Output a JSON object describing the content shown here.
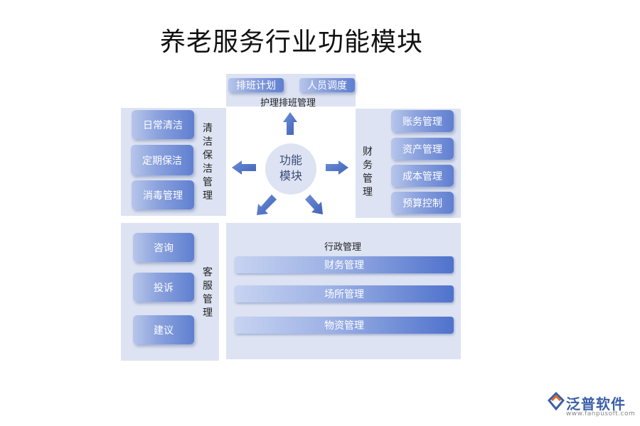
{
  "title": "养老服务行业功能模块",
  "center": {
    "line1": "功能",
    "line2": "模块"
  },
  "nursing": {
    "label": "护理排班管理",
    "items": [
      "排班计划",
      "人员调度"
    ]
  },
  "cleaning": {
    "label": "清洁保洁管理",
    "items": [
      "日常清洁",
      "定期保洁",
      "消毒管理"
    ]
  },
  "finance": {
    "label": "财务管理",
    "items": [
      "账务管理",
      "资产管理",
      "成本管理",
      "预算控制"
    ]
  },
  "service": {
    "label": "客服管理",
    "items": [
      "咨询",
      "投诉",
      "建议"
    ]
  },
  "admin": {
    "label": "行政管理",
    "items": [
      "财务管理",
      "场所管理",
      "物资管理"
    ]
  },
  "colors": {
    "panel": "#dde3f2",
    "pill": "#5f7fd0",
    "arrow": "#4a6fc4"
  },
  "logo": {
    "name": "泛普软件",
    "url": "www.fanpusoft.com",
    "icon": "fanpu-logo-icon"
  }
}
